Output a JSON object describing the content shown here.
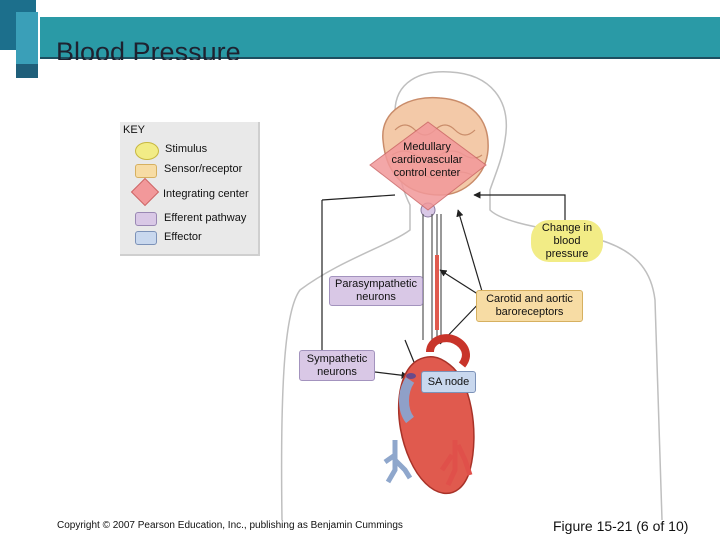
{
  "header": {
    "title": "Blood Pressure"
  },
  "key": {
    "heading": "KEY",
    "items": [
      {
        "label": "Stimulus",
        "color": "#f2ec86"
      },
      {
        "label": "Sensor/receptor",
        "color": "#f7dca4"
      },
      {
        "label": "Integrating center",
        "color": "#f2989a"
      },
      {
        "label": "Efferent pathway",
        "color": "#d9c8e6"
      },
      {
        "label": "Effector",
        "color": "#c9d8ee"
      }
    ]
  },
  "diagram": {
    "integrating_center": "Medullary cardiovascular control center",
    "stimulus": "Change in blood pressure",
    "parasympathetic": "Parasympathetic neurons",
    "receptor": "Carotid and aortic baroreceptors",
    "sympathetic": "Sympathetic neurons",
    "effector": "SA node"
  },
  "footer": {
    "copyright": "Copyright © 2007 Pearson Education, Inc., publishing as Benjamin Cummings",
    "figure": "Figure 15-21 (6 of 10)"
  }
}
